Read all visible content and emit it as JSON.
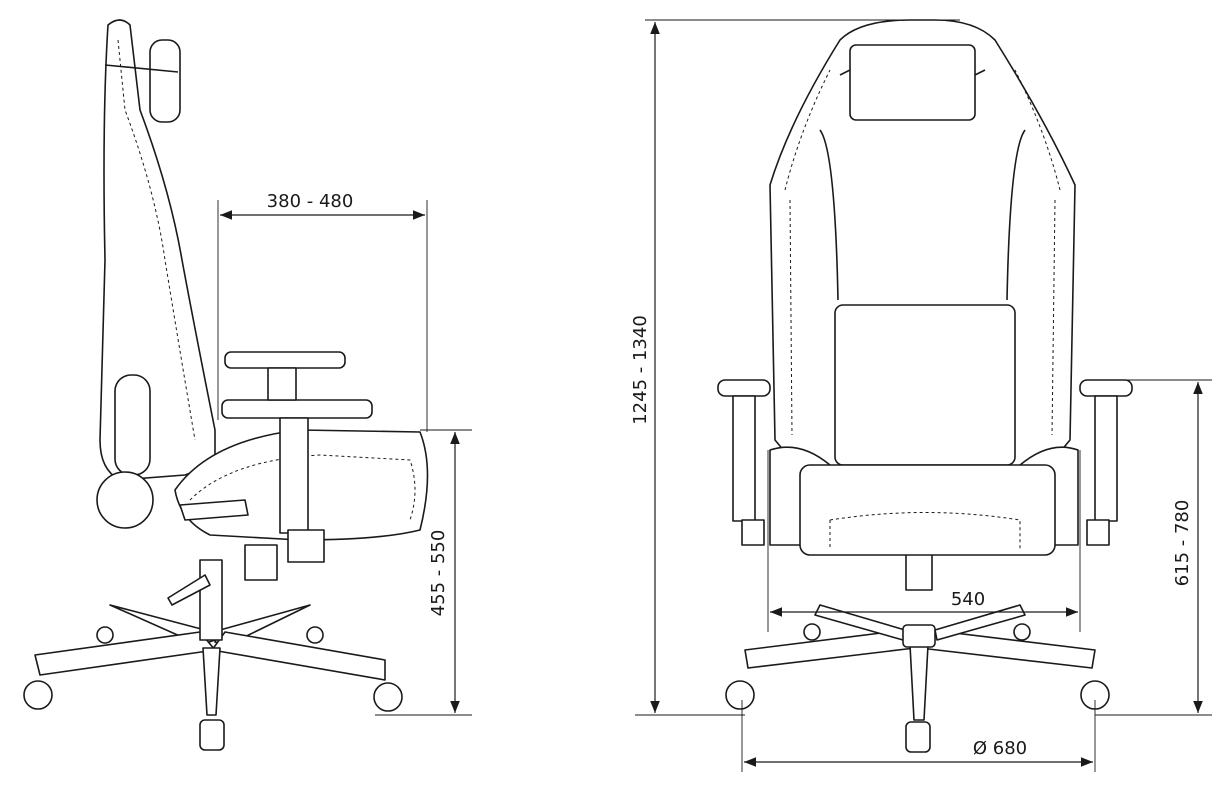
{
  "dimensions": {
    "seat_depth": "380 - 480",
    "seat_height": "455 - 550",
    "total_height": "1245 - 1340",
    "armrest_height": "615 - 780",
    "seat_width": "540",
    "base_diameter": "Ø 680"
  },
  "colors": {
    "line": "#1a1a1a",
    "background": "#ffffff"
  }
}
